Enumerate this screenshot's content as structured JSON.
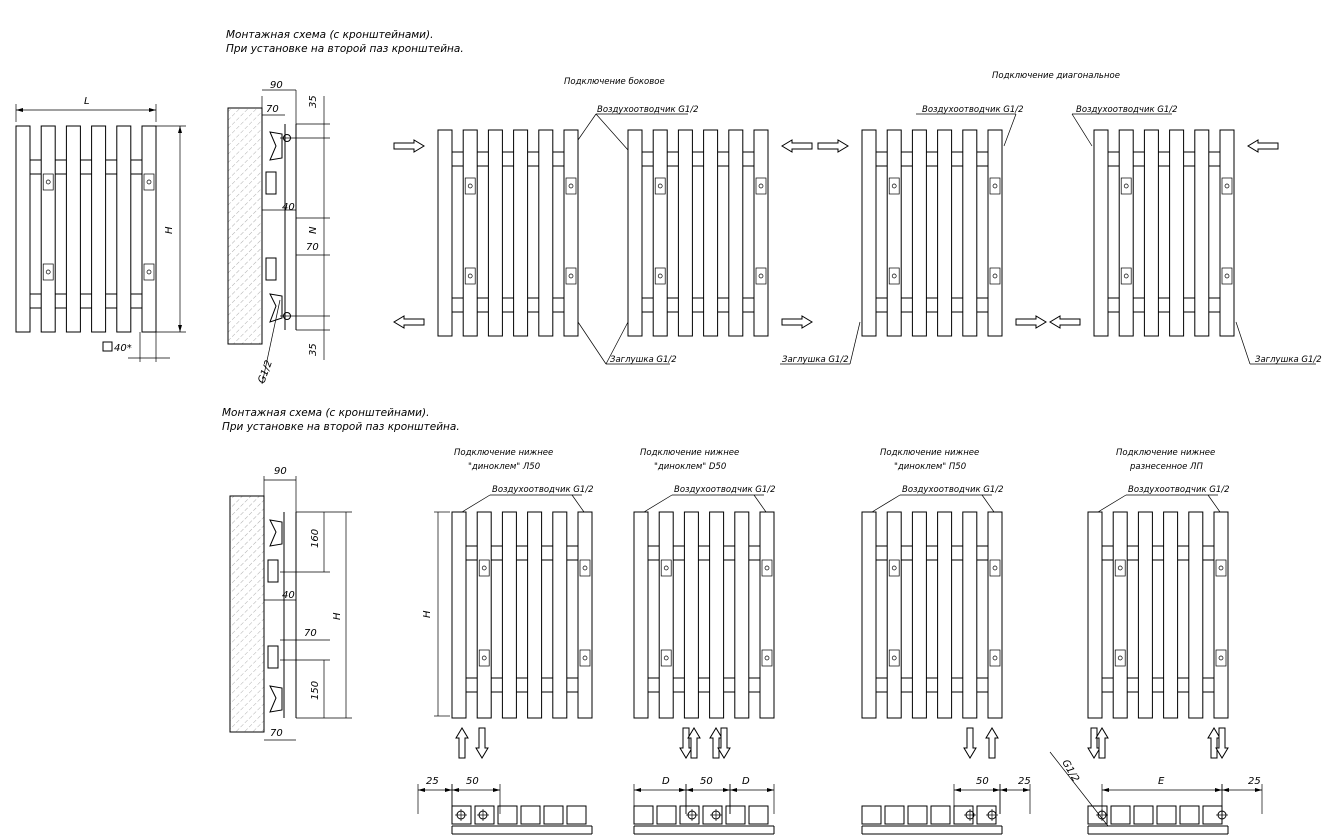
{
  "sections": [
    {
      "title_lines": [
        "Монтажная схема (с кронштейнами).",
        "При установке на второй паз кронштейна."
      ],
      "front_view": {
        "dims": {
          "width": "L",
          "height": "H",
          "profile": "40*"
        }
      },
      "side_view": {
        "dims": {
          "depth": "90",
          "offset": "70",
          "top": "35",
          "gap": "40",
          "axis": "N",
          "mid": "70",
          "bottom": "35",
          "thread": "G1/2"
        }
      },
      "groups": [
        {
          "caption": "Подключение боковое",
          "air_vent_label": "Воздухоотводчик G1/2",
          "plug_label": "Заглушка G1/2"
        },
        {
          "caption": "Подключение диагональное",
          "air_vent_label_1": "Воздухоотводчик G1/2",
          "air_vent_label_2": "Воздухоотводчик G1/2",
          "plug_label_1": "Заглушка G1/2",
          "plug_label_2": "Заглушка G1/2"
        }
      ]
    },
    {
      "title_lines": [
        "Монтажная схема (с кронштейнами).",
        "При установке на второй паз кронштейна."
      ],
      "side_view": {
        "dims": {
          "depth": "90",
          "top": "160",
          "gap": "40",
          "mid": "70",
          "height": "H",
          "bottom": "150",
          "foot": "70"
        }
      },
      "front_height_label": "H",
      "connections": [
        {
          "caption_lines": [
            "Подключение нижнее",
            "\"диноклем\" Л50"
          ],
          "air_vent_label": "Воздухоотводчик G1/2",
          "dims": [
            "25",
            "50"
          ]
        },
        {
          "caption_lines": [
            "Подключение нижнее",
            "\"диноклем\" D50"
          ],
          "air_vent_label": "Воздухоотводчик G1/2",
          "dims": [
            "D",
            "50",
            "D"
          ]
        },
        {
          "caption_lines": [
            "Подключение нижнее",
            "\"диноклем\" П50"
          ],
          "air_vent_label": "Воздухоотводчик G1/2",
          "dims": [
            "50",
            "25"
          ]
        },
        {
          "caption_lines": [
            "Подключение нижнее",
            "разнесенное ЛП"
          ],
          "air_vent_label": "Воздухоотводчик G1/2",
          "dims": [
            "G1/2",
            "E",
            "25"
          ]
        }
      ]
    }
  ]
}
